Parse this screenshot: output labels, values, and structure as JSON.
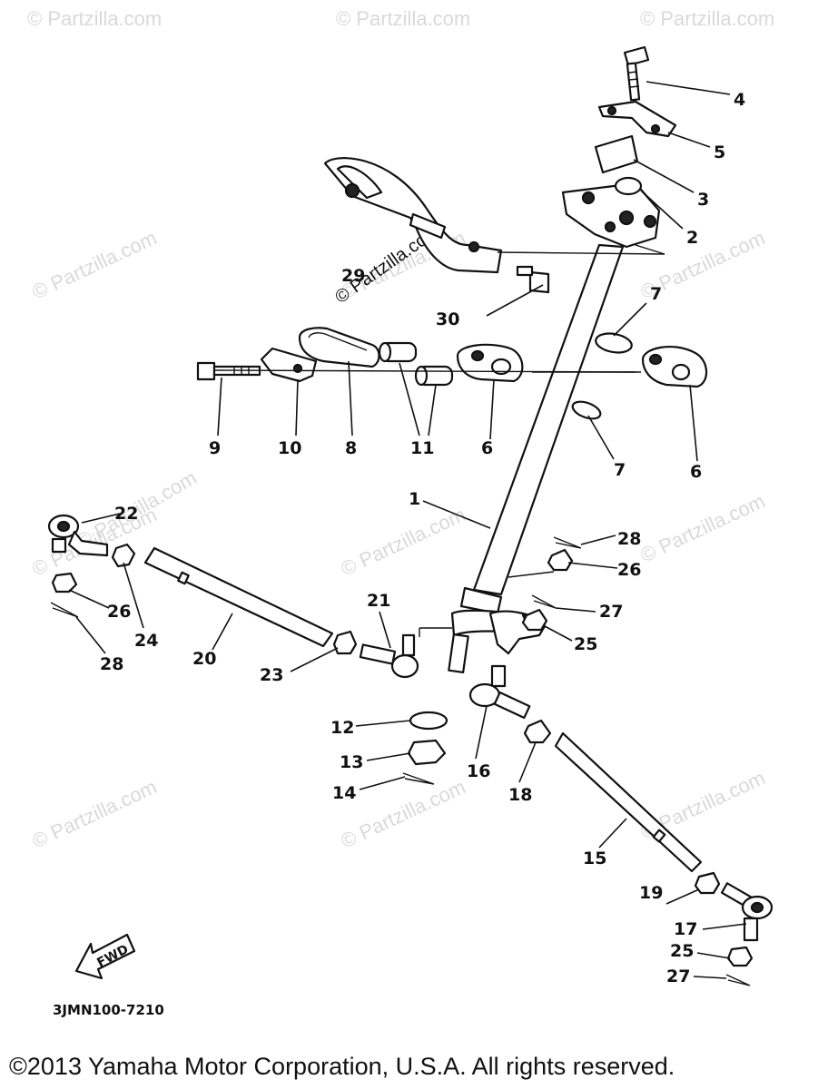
{
  "watermarks": [
    "© Partzilla.com",
    "© Partzilla.com",
    "© Partzilla.com",
    "© Partzilla.com",
    "© Partzilla.com",
    "© Partzilla.com",
    "© Partzilla.com",
    "© Partzilla.com",
    "© Partzilla.com",
    "© Partzilla.com",
    "© Partzilla.com",
    "© Partzilla.com",
    "© Partzilla.com",
    "© Partzilla.com"
  ],
  "callouts": [
    "1",
    "2",
    "3",
    "4",
    "5",
    "6",
    "6",
    "7",
    "7",
    "8",
    "9",
    "10",
    "11",
    "12",
    "13",
    "14",
    "15",
    "16",
    "17",
    "18",
    "19",
    "20",
    "21",
    "22",
    "23",
    "24",
    "25",
    "25",
    "26",
    "26",
    "27",
    "27",
    "28",
    "28",
    "29",
    "30"
  ],
  "fwd_label": "FWD",
  "diagram_code": "3JMN100-7210",
  "copyright": "©2013  Yamaha Motor Corporation, U.S.A. All rights reserved."
}
